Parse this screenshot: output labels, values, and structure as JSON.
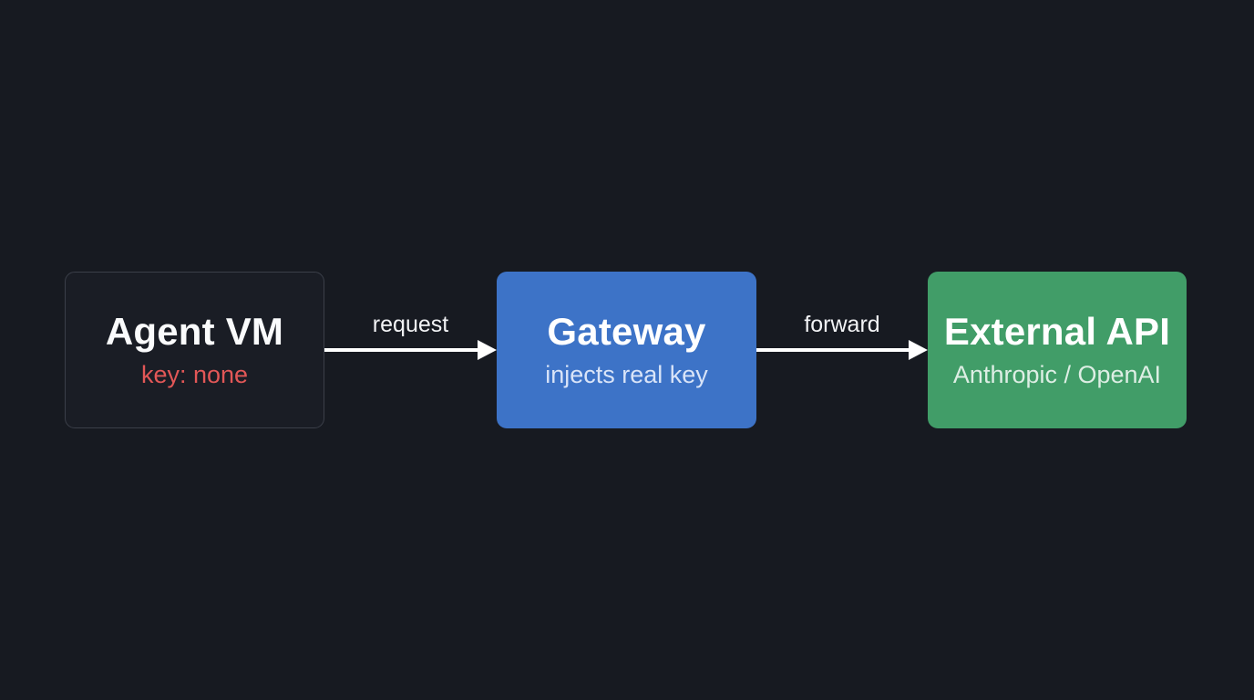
{
  "canvas": {
    "background": "#171a21",
    "arrow_color": "#ffffff",
    "edge_label_color": "#f2f3f5"
  },
  "nodes": [
    {
      "id": "agent-vm",
      "title": "Agent VM",
      "subtitle": "key: none",
      "bg": "#1a1d25",
      "border_color": "#3b3f49",
      "title_color": "#fafbfc",
      "subtitle_color": "#e25757"
    },
    {
      "id": "gateway",
      "title": "Gateway",
      "subtitle": "injects real key",
      "bg": "#3d73c7",
      "title_color": "#ffffff",
      "subtitle_color": "#d9e4f8"
    },
    {
      "id": "external-api",
      "title": "External API",
      "subtitle": "Anthropic / OpenAI",
      "bg": "#419d68",
      "title_color": "#ffffff",
      "subtitle_color": "#ddeee4"
    }
  ],
  "edges": [
    {
      "label": "request"
    },
    {
      "label": "forward"
    }
  ]
}
